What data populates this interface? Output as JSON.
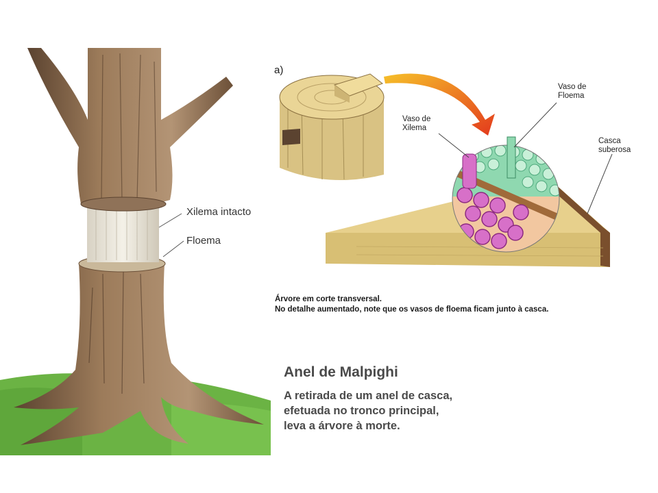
{
  "tree": {
    "label_xylem": "Xilema intacto",
    "label_phloem": "Floema"
  },
  "detail": {
    "panel_label": "a)",
    "label_phloem_vessel": "Vaso de\nFloema",
    "label_xylem_vessel": "Vaso de\nXilema",
    "label_bark": "Casca\nsuberosa"
  },
  "caption": {
    "line1": "Árvore em corte transversal.",
    "line2": "No detalhe aumentado, note que os vasos de floema ficam junto à casca."
  },
  "info": {
    "heading": "Anel de Malpighi",
    "body": "A retirada de um anel de casca, efetuada no tronco principal, leva a árvore à morte."
  },
  "colors": {
    "bark": "#8a6a4e",
    "bark_dark": "#5b4330",
    "wood": "#e6d59a",
    "xylem": "#c64ab0",
    "phloem": "#6fc8a0",
    "grass": "#6bb344",
    "arrow_start": "#f6c02a",
    "arrow_end": "#e3391c"
  }
}
